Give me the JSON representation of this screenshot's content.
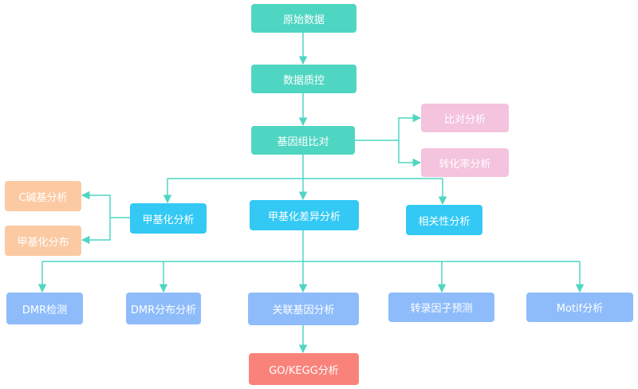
{
  "colors": {
    "edge": "#4fd6c2",
    "teal": "#4fd6c2",
    "pink": "#f4c3de",
    "orange": "#fbcaa3",
    "blue": "#33c9f4",
    "light_blue": "#8ebcfb",
    "red": "#f9837b"
  },
  "nodes": {
    "raw_data": "原始数据",
    "quality_control": "数据质控",
    "genome_alignment": "基因组比对",
    "alignment_analysis": "比对分析",
    "conversion_rate_analysis": "转化率分析",
    "c_base_analysis": "C碱基分析",
    "methylation_distribution": "甲基化分布",
    "methylation_analysis": "甲基化分析",
    "diff_methylation_analysis": "甲基化差异分析",
    "correlation_analysis": "相关性分析",
    "dmr_detection": "DMR检测",
    "dmr_distribution_analysis": "DMR分布分析",
    "associated_gene_analysis": "关联基因分析",
    "tf_prediction": "转录因子预测",
    "motif_analysis": "Motif分析",
    "go_kegg_analysis": "GO/KEGG分析"
  }
}
